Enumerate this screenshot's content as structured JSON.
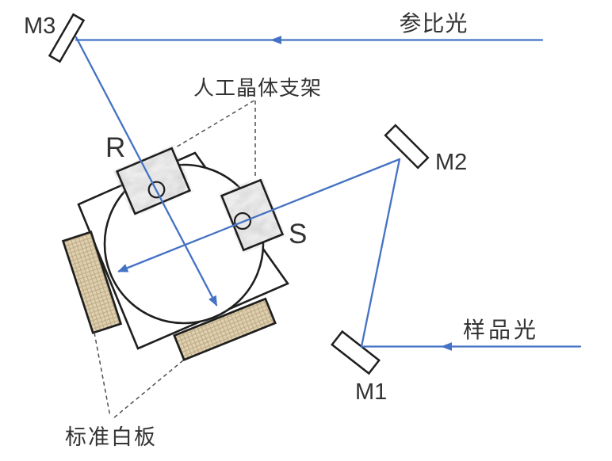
{
  "diagram": {
    "labels": {
      "m3": "M3",
      "m2": "M2",
      "m1": "M1",
      "r": "R",
      "s": "S",
      "reference_light": "参比光",
      "sample_light": "样品光",
      "iol_holder": "人工晶体支架",
      "standard_white_board": "标准白板"
    },
    "colors": {
      "beam": "#4472C4",
      "outline": "#1f1f1f",
      "leader": "#4f4f4f",
      "text": "#333333",
      "board_fill": "#ddcfb0",
      "board_weave": "#bfab83",
      "marble_base": "#ededed",
      "background": "#ffffff"
    }
  }
}
